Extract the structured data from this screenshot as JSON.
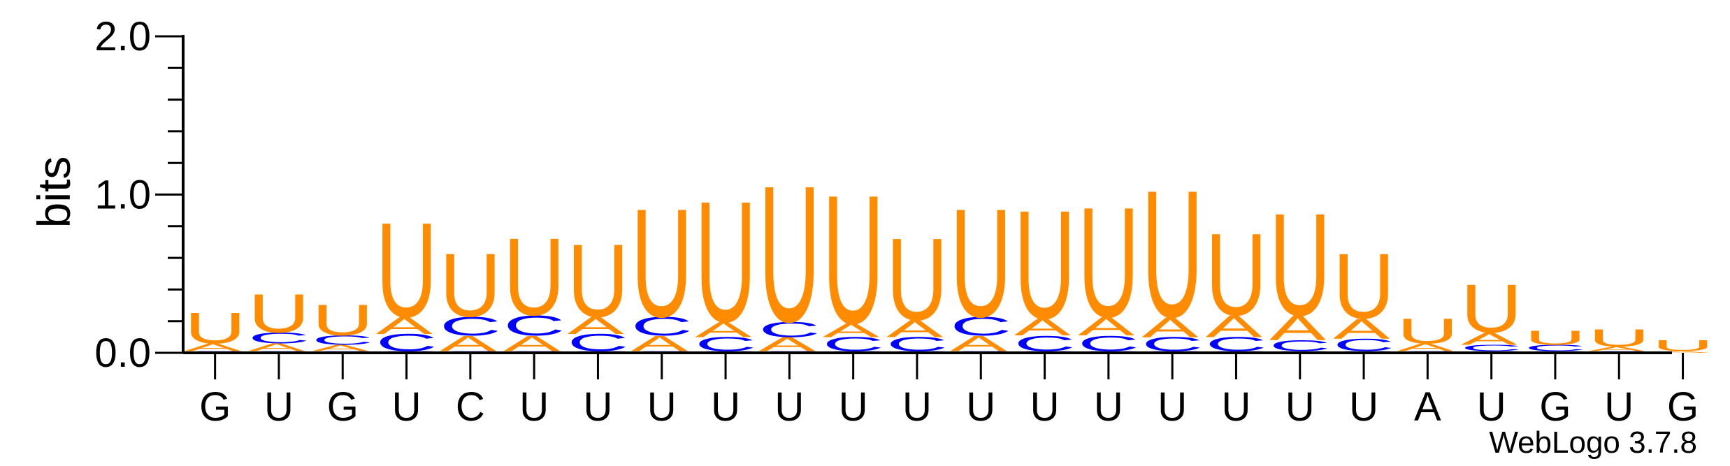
{
  "chart_data": {
    "type": "sequence-logo",
    "ylabel": "bits",
    "ylim": [
      0,
      2.0
    ],
    "yticks": [
      {
        "value": 0,
        "label": "0.0"
      },
      {
        "value": 1,
        "label": "1.0"
      },
      {
        "value": 2,
        "label": "2.0"
      }
    ],
    "colors": {
      "A": "#ff8c00",
      "U": "#ff8c00",
      "C": "#0000ff",
      "G": "#0000ff"
    },
    "xticks": [
      "G",
      "U",
      "G",
      "U",
      "C",
      "U",
      "U",
      "U",
      "U",
      "U",
      "U",
      "U",
      "U",
      "U",
      "U",
      "U",
      "U",
      "U",
      "U",
      "A",
      "U",
      "G",
      "U",
      "G"
    ],
    "positions": [
      [
        [
          "G",
          0.01
        ],
        [
          "A",
          0.05
        ],
        [
          "U",
          0.2
        ]
      ],
      [
        [
          "G",
          0.01
        ],
        [
          "A",
          0.05
        ],
        [
          "C",
          0.07
        ],
        [
          "U",
          0.25
        ]
      ],
      [
        [
          "G",
          0.01
        ],
        [
          "A",
          0.04
        ],
        [
          "C",
          0.06
        ],
        [
          "U",
          0.2
        ]
      ],
      [
        [
          "G",
          0.01
        ],
        [
          "C",
          0.11
        ],
        [
          "A",
          0.11
        ],
        [
          "U",
          0.61
        ]
      ],
      [
        [
          "G",
          0.01
        ],
        [
          "A",
          0.1
        ],
        [
          "C",
          0.12
        ],
        [
          "U",
          0.41
        ]
      ],
      [
        [
          "G",
          0.01
        ],
        [
          "A",
          0.1
        ],
        [
          "C",
          0.13
        ],
        [
          "U",
          0.5
        ]
      ],
      [
        [
          "G",
          0.01
        ],
        [
          "C",
          0.11
        ],
        [
          "A",
          0.11
        ],
        [
          "U",
          0.47
        ]
      ],
      [
        [
          "G",
          0.01
        ],
        [
          "A",
          0.1
        ],
        [
          "C",
          0.12
        ],
        [
          "U",
          0.7
        ]
      ],
      [
        [
          "G",
          0.01
        ],
        [
          "C",
          0.09
        ],
        [
          "A",
          0.1
        ],
        [
          "U",
          0.78
        ]
      ],
      [
        [
          "G",
          0.01
        ],
        [
          "A",
          0.09
        ],
        [
          "C",
          0.1
        ],
        [
          "U",
          0.88
        ]
      ],
      [
        [
          "G",
          0.01
        ],
        [
          "C",
          0.09
        ],
        [
          "A",
          0.09
        ],
        [
          "U",
          0.83
        ]
      ],
      [
        [
          "G",
          0.01
        ],
        [
          "C",
          0.09
        ],
        [
          "A",
          0.11
        ],
        [
          "U",
          0.53
        ]
      ],
      [
        [
          "G",
          0.01
        ],
        [
          "A",
          0.1
        ],
        [
          "C",
          0.12
        ],
        [
          "U",
          0.7
        ]
      ],
      [
        [
          "G",
          0.01
        ],
        [
          "C",
          0.1
        ],
        [
          "A",
          0.11
        ],
        [
          "U",
          0.7
        ]
      ],
      [
        [
          "G",
          0.01
        ],
        [
          "C",
          0.1
        ],
        [
          "A",
          0.12
        ],
        [
          "U",
          0.71
        ]
      ],
      [
        [
          "G",
          0.01
        ],
        [
          "C",
          0.09
        ],
        [
          "A",
          0.13
        ],
        [
          "U",
          0.82
        ]
      ],
      [
        [
          "G",
          0.01
        ],
        [
          "C",
          0.09
        ],
        [
          "A",
          0.14
        ],
        [
          "U",
          0.53
        ]
      ],
      [
        [
          "G",
          0.01
        ],
        [
          "C",
          0.07
        ],
        [
          "A",
          0.16
        ],
        [
          "U",
          0.66
        ]
      ],
      [
        [
          "G",
          0.01
        ],
        [
          "C",
          0.08
        ],
        [
          "A",
          0.13
        ],
        [
          "U",
          0.42
        ]
      ],
      [
        [
          "C",
          0.01
        ],
        [
          "A",
          0.05
        ],
        [
          "U",
          0.16
        ]
      ],
      [
        [
          "G",
          0.01
        ],
        [
          "C",
          0.04
        ],
        [
          "A",
          0.08
        ],
        [
          "U",
          0.31
        ]
      ],
      [
        [
          "G",
          0.01
        ],
        [
          "C",
          0.04
        ],
        [
          "U",
          0.09
        ]
      ],
      [
        [
          "C",
          0.01
        ],
        [
          "A",
          0.03
        ],
        [
          "U",
          0.11
        ]
      ],
      [
        [
          "A",
          0.01
        ],
        [
          "U",
          0.07
        ]
      ]
    ]
  },
  "footer": {
    "credit": "WebLogo 3.7.8"
  }
}
